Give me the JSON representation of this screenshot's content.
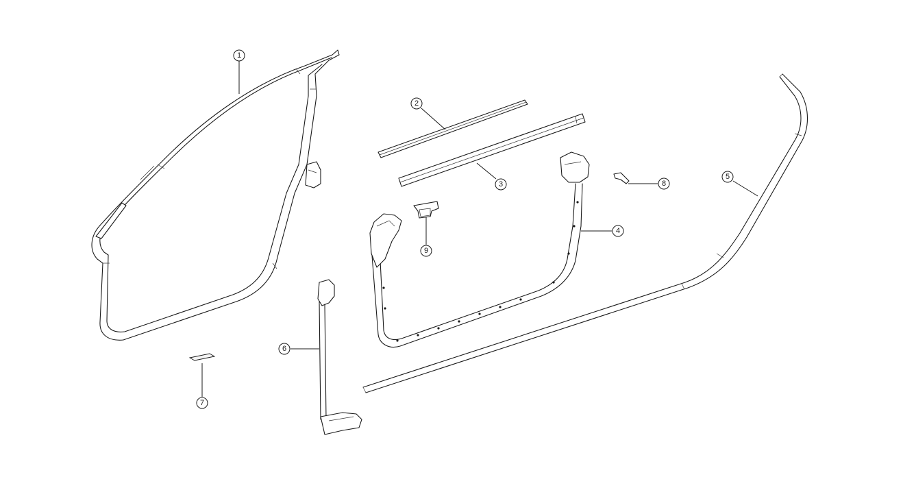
{
  "diagram": {
    "callouts": [
      {
        "id": "callout-1",
        "label": "1"
      },
      {
        "id": "callout-2",
        "label": "2"
      },
      {
        "id": "callout-3",
        "label": "3"
      },
      {
        "id": "callout-4",
        "label": "4"
      },
      {
        "id": "callout-5",
        "label": "5"
      },
      {
        "id": "callout-6",
        "label": "6"
      },
      {
        "id": "callout-7",
        "label": "7"
      },
      {
        "id": "callout-8",
        "label": "8"
      },
      {
        "id": "callout-9",
        "label": "9"
      }
    ]
  }
}
